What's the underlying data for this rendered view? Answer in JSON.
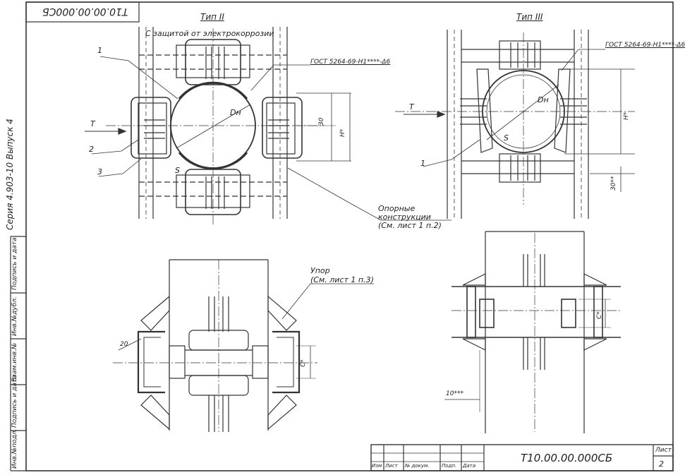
{
  "sheet": {
    "drawing_code": "Т10.00.00.000СБ",
    "sheet_label": "Лист",
    "sheet_number": "2",
    "corner_stamp_code": "Т10.00.00.000СБ",
    "series_label": "Серия 4.903-10  Выпуск 4"
  },
  "views": {
    "type2": {
      "title": "Тип II",
      "subtitle": "С защитой от электрокоррозии",
      "gost_note": "ГОСТ 5264-69-Н1****-Δ6",
      "callout_1": "1",
      "callout_2": "2",
      "callout_3": "3",
      "force_label": "Т",
      "diameter": "Dн",
      "thickness": "S",
      "dim_30": "30",
      "dim_h": "Н*"
    },
    "type3": {
      "title": "Тип III",
      "gost_note": "ГОСТ 5264-69-Н1****-Δ6",
      "callout_1": "1",
      "force_label": "Т",
      "diameter": "Dн",
      "thickness": "S",
      "dim_h": "Н*",
      "dim_30": "30**"
    },
    "support_note": [
      "Опорные",
      "конструкции",
      "(См. лист 1 п.2)"
    ],
    "stop_note": [
      "Упор",
      "(См. лист 1 п.3)"
    ],
    "bottom_left": {
      "dim_20": "20",
      "dim_c": "С*"
    },
    "bottom_right": {
      "dim_c": "С*",
      "dim_10": "10***"
    }
  },
  "side_columns": [
    "Инв.№подл.",
    "Подпись и дата",
    "Взам.инв.№",
    "Инв.№дубл.",
    "Подпись и дата"
  ],
  "title_block": {
    "headers": [
      "Изм",
      "Лист",
      "№ докум.",
      "Подп.",
      "Дата"
    ]
  }
}
